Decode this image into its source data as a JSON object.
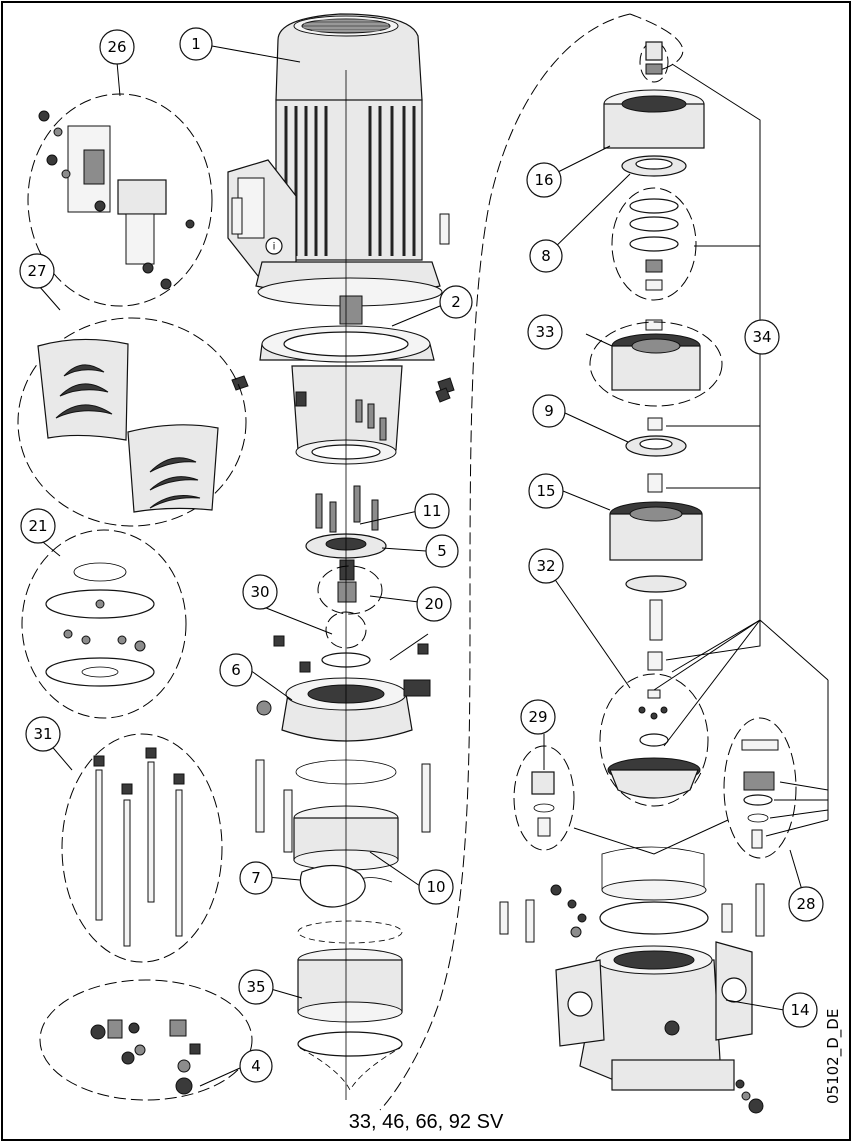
{
  "model_label": "33, 46, 66, 92 SV",
  "doc_id": "05102_D_DE",
  "callouts": [
    {
      "key": "c1",
      "num": "1"
    },
    {
      "key": "c2",
      "num": "2"
    },
    {
      "key": "c4",
      "num": "4"
    },
    {
      "key": "c5",
      "num": "5"
    },
    {
      "key": "c6",
      "num": "6"
    },
    {
      "key": "c7",
      "num": "7"
    },
    {
      "key": "c8",
      "num": "8"
    },
    {
      "key": "c9",
      "num": "9"
    },
    {
      "key": "c10",
      "num": "10"
    },
    {
      "key": "c11",
      "num": "11"
    },
    {
      "key": "c14",
      "num": "14"
    },
    {
      "key": "c15",
      "num": "15"
    },
    {
      "key": "c16",
      "num": "16"
    },
    {
      "key": "c20",
      "num": "20"
    },
    {
      "key": "c21",
      "num": "21"
    },
    {
      "key": "c26",
      "num": "26"
    },
    {
      "key": "c27",
      "num": "27"
    },
    {
      "key": "c28",
      "num": "28"
    },
    {
      "key": "c29",
      "num": "29"
    },
    {
      "key": "c30",
      "num": "30"
    },
    {
      "key": "c31",
      "num": "31"
    },
    {
      "key": "c32",
      "num": "32"
    },
    {
      "key": "c33",
      "num": "33"
    },
    {
      "key": "c34",
      "num": "34"
    },
    {
      "key": "c35",
      "num": "35"
    }
  ]
}
